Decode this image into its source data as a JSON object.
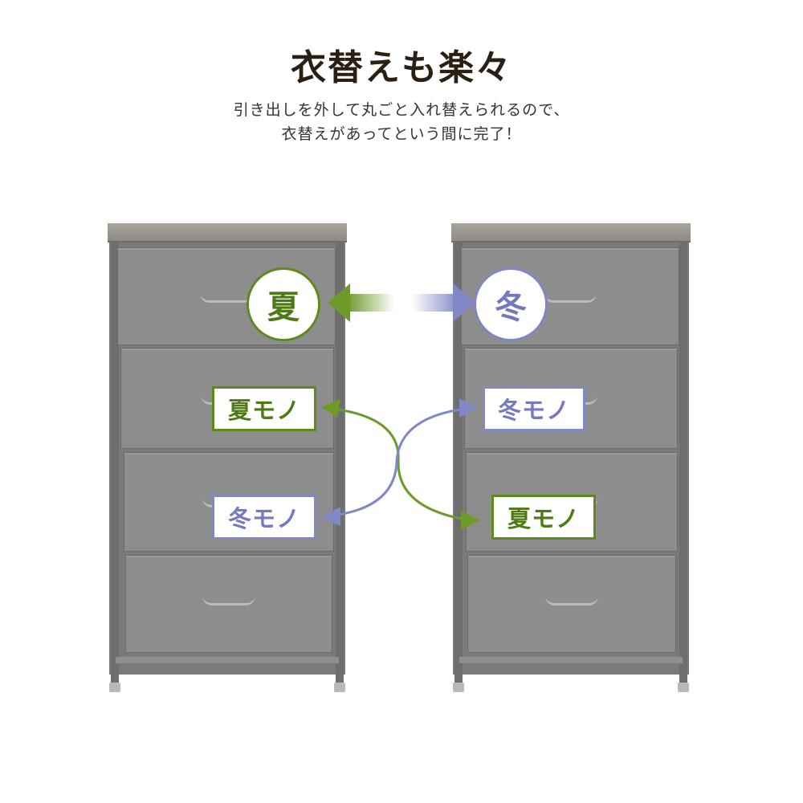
{
  "header": {
    "title": "衣替えも楽々",
    "subtitle_line1": "引き出しを外して丸ごと入れ替えられるので、",
    "subtitle_line2": "衣替えがあってという間に完了！"
  },
  "left_chest": {
    "top_circle": "夏",
    "labels": [
      "夏モノ",
      "冬モノ"
    ]
  },
  "right_chest": {
    "top_circle": "冬",
    "labels": [
      "冬モノ",
      "夏モノ"
    ]
  },
  "colors": {
    "summer": "#5e8a1c",
    "winter": "#7f86c4",
    "title": "#2b1f13",
    "chest": "#8d8d8d"
  }
}
